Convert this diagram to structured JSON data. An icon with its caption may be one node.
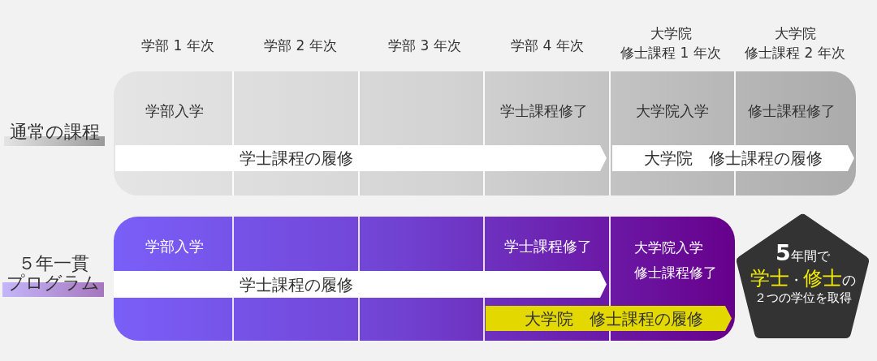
{
  "diagram": {
    "nodes": [
      {
        "text": [],
        "shape": "box",
        "beside": [
          "通常の課程"
        ]
      },
      {
        "text": [
          "学士課程の履修"
        ],
        "in": 0
      },
      {
        "text": [
          "大学院　修士課程の履修"
        ],
        "in": 0
      },
      {
        "text": [],
        "shape": "box",
        "beside": [
          "５年一貫プログラム"
        ]
      },
      {
        "text": [
          "学士課程の履修"
        ],
        "in": 3
      },
      {
        "text": [
          "大学院　修士課程の履修"
        ],
        "in": 3
      },
      {
        "text": [
          "**5**年間で",
          "**学士**・**修士**の",
          "２つの学位を取得"
        ]
      }
    ],
    "labels": [
      "学部 1 年次",
      "学部 2 年次",
      "学部 3 年次",
      "学部 4 年次",
      "大学院修士課程 1 年次",
      "大学院修士課程 2 年次",
      "学部入学",
      "学士課程修了",
      "大学院入学",
      "修士課程修了",
      "学部入学",
      "学士課程修了",
      "大学院入学",
      "修士課程修了"
    ]
  }
}
